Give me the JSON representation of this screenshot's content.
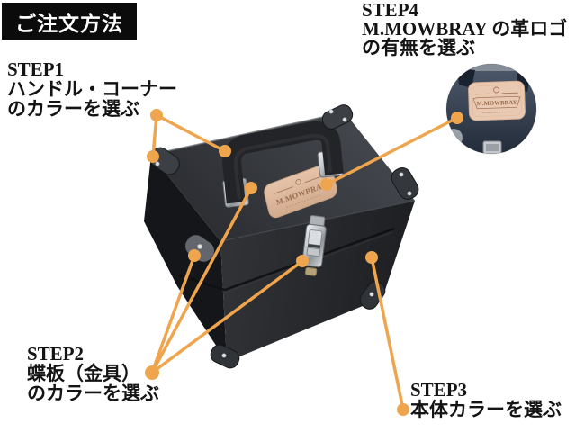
{
  "title_badge": {
    "text": "ご注文方法",
    "bg_color": "#0b0b0b",
    "text_color": "#ffffff"
  },
  "steps": [
    {
      "name": "step1",
      "heading": "STEP1",
      "lines": [
        "ハンドル・コーナー",
        "のカラーを選ぶ"
      ],
      "target": "handle-and-corners"
    },
    {
      "name": "step2",
      "heading": "STEP2",
      "lines": [
        "蝶板（金具）",
        "のカラーを選ぶ"
      ],
      "target": "hinge-hardware-and-clasp"
    },
    {
      "name": "step3",
      "heading": "STEP3",
      "lines": [
        "本体カラーを選ぶ"
      ],
      "target": "case-body"
    },
    {
      "name": "step4",
      "heading": "STEP4",
      "lines": [
        "M.MOWBRAY の革ロゴ",
        "の有無を選ぶ"
      ],
      "target": "leather-logo-patch"
    }
  ],
  "product": {
    "logo_text": "M.MOWBRAY"
  },
  "colors": {
    "accent_orange": "#EFA54D",
    "case_top": "#35383d",
    "case_front": "#26282c",
    "case_side": "#151619",
    "patch_tan": "#dcb89e",
    "inset_navy": "#3a4655",
    "hardware_chrome": "#c9cdd1",
    "background": "#ffffff"
  }
}
